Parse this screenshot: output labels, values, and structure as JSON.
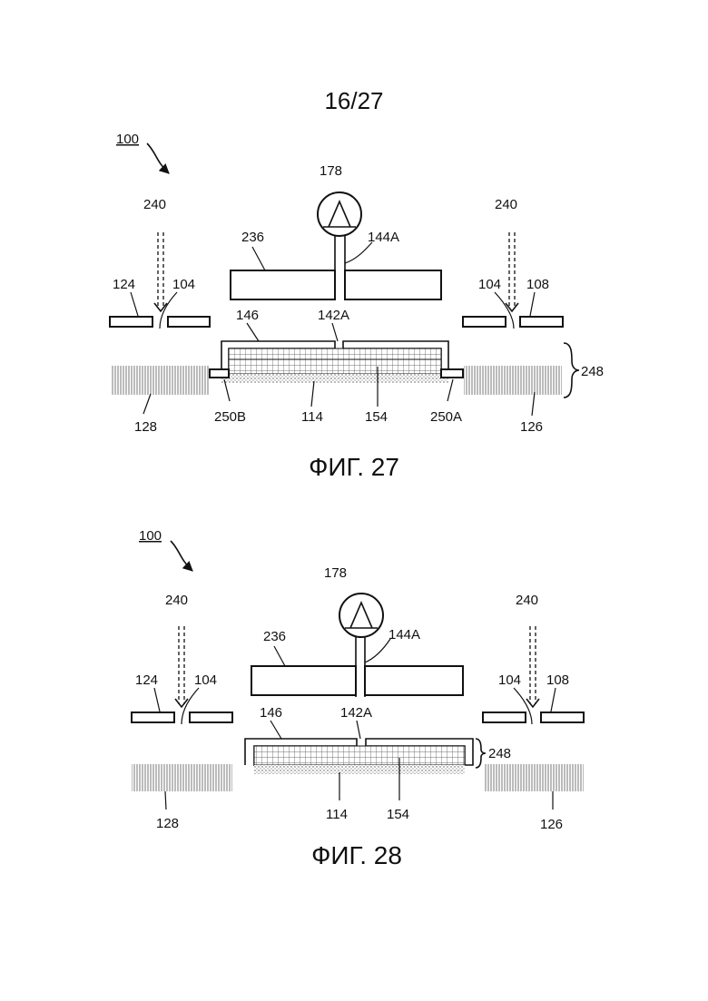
{
  "page_number": "16/27",
  "figure_27": {
    "caption": "ФИГ. 27",
    "labels": {
      "system": "100",
      "pump": "178",
      "plate": "236",
      "tube": "144A",
      "airflow_left": "240",
      "airflow_right": "240",
      "left_panel": "124",
      "left_gap": "104",
      "right_gap": "104",
      "right_panel": "108",
      "cover": "146",
      "port": "142A",
      "brace": "248",
      "tab_left": "250B",
      "tab_right": "250A",
      "skin_left": "128",
      "skin_right": "126",
      "foam": "114",
      "layer": "154"
    }
  },
  "figure_28": {
    "caption": "ФИГ. 28",
    "labels": {
      "system": "100",
      "pump": "178",
      "plate": "236",
      "tube": "144A",
      "airflow_left": "240",
      "airflow_right": "240",
      "left_panel": "124",
      "left_gap": "104",
      "right_gap": "104",
      "right_panel": "108",
      "cover": "146",
      "port": "142A",
      "brace": "248",
      "skin_left": "128",
      "skin_right": "126",
      "foam": "114",
      "layer": "154"
    }
  }
}
